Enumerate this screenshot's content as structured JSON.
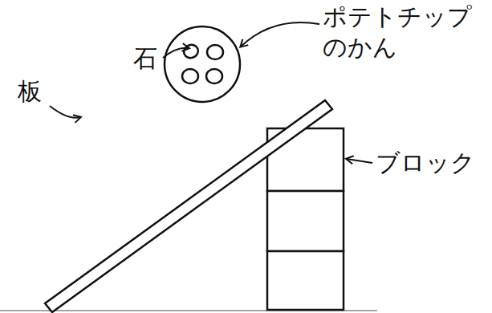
{
  "diagram": {
    "labels": [
      "石",
      "ポテトチップ のかん",
      "ブロック",
      "板"
    ]
  }
}
